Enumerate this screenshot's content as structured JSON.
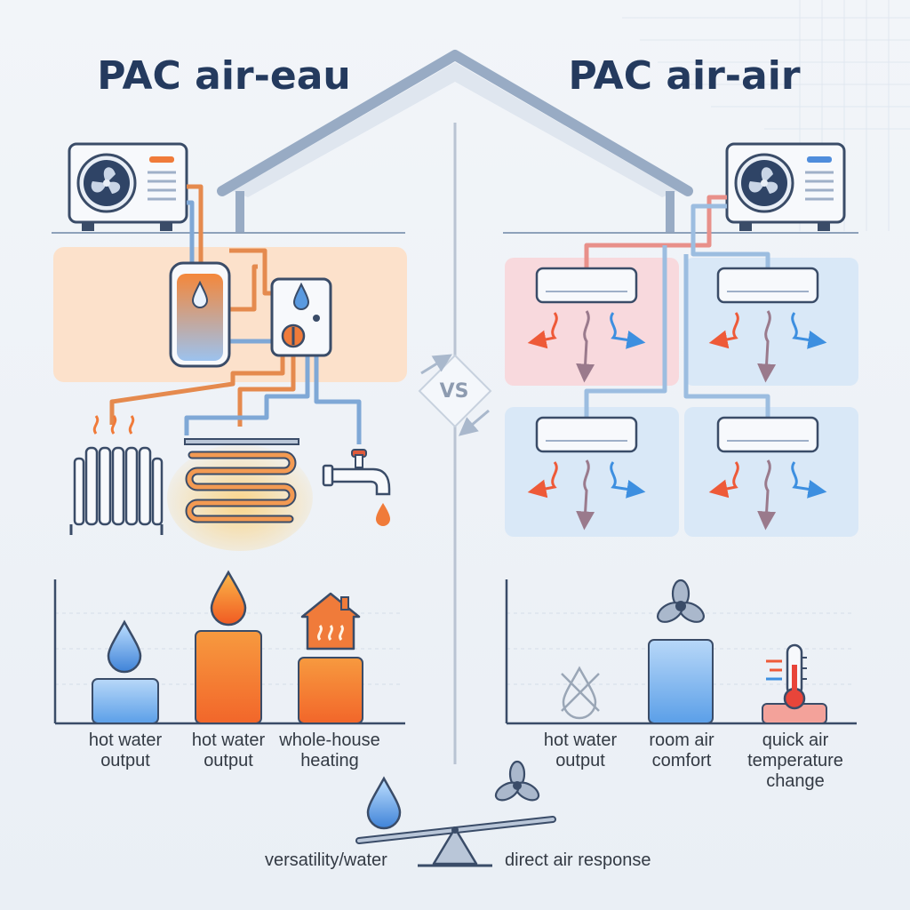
{
  "titles": {
    "left": "PAC air-eau",
    "right": "PAC air-air"
  },
  "vs_label": "VS",
  "left_chart": {
    "labels": [
      "hot water output",
      "hot water output",
      "whole-house heating"
    ],
    "icons": [
      "water-drop-icon",
      "hot-water-drop-icon",
      "heated-house-icon"
    ]
  },
  "right_chart": {
    "labels": [
      "hot water output",
      "room air comfort",
      "quick air temperature change"
    ],
    "icons": [
      "crossed-drop-icon",
      "fan-icon",
      "thermometer-icon"
    ]
  },
  "balance": {
    "left": "versatility/water",
    "right": "direct air response"
  },
  "colors": {
    "title": "#243a5e",
    "warm": "#f06a2a",
    "cool": "#4f8ddc",
    "pipe_hot": "#e58a4e",
    "pipe_cold": "#7fa8d6"
  }
}
